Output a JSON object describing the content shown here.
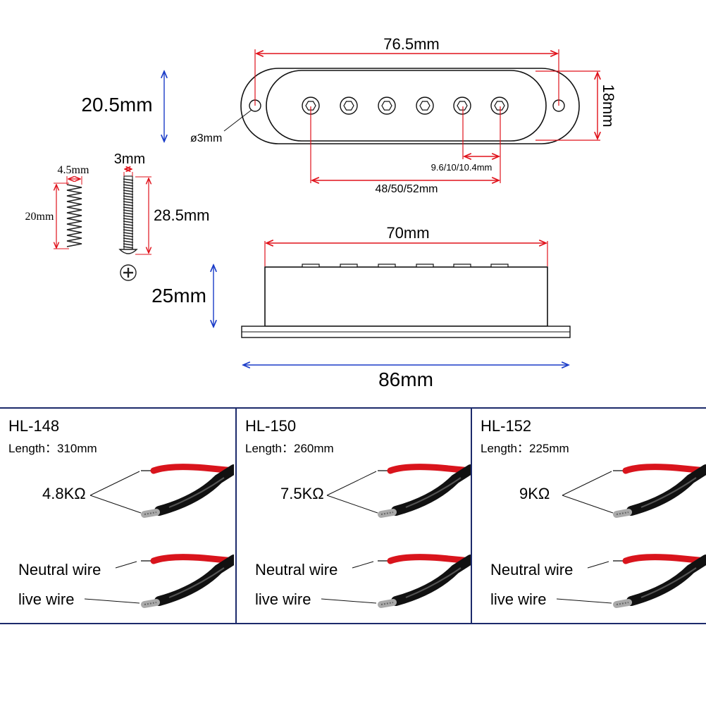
{
  "dimensions": {
    "top_length": "76.5mm",
    "height_left": "20.5mm",
    "height_right": "18mm",
    "hole_diameter": "ø3mm",
    "pole_spacing_small": "9.6/10/10.4mm",
    "pole_spacing_total": "48/50/52mm",
    "spring_width": "4.5mm",
    "spring_length": "20mm",
    "screw_width": "3mm",
    "screw_length": "28.5mm",
    "side_length": "70mm",
    "side_height": "25mm",
    "base_length": "86mm"
  },
  "panels": [
    {
      "model": "HL-148",
      "length": "Length：310mm",
      "resistance": "4.8KΩ",
      "neutral_label": "Neutral wire",
      "live_label": "live wire"
    },
    {
      "model": "HL-150",
      "length": "Length：260mm",
      "resistance": "7.5KΩ",
      "neutral_label": "Neutral wire",
      "live_label": "live wire"
    },
    {
      "model": "HL-152",
      "length": "Length：225mm",
      "resistance": "9KΩ",
      "neutral_label": "Neutral wire",
      "live_label": "live wire"
    }
  ],
  "colors": {
    "dimension_red": "#e0121b",
    "dimension_blue": "#1a3cc8",
    "wire_red": "#d9141c",
    "frame_navy": "#1c2a6b"
  },
  "icons": {
    "screw_head": "phillips-screw-head-icon"
  }
}
